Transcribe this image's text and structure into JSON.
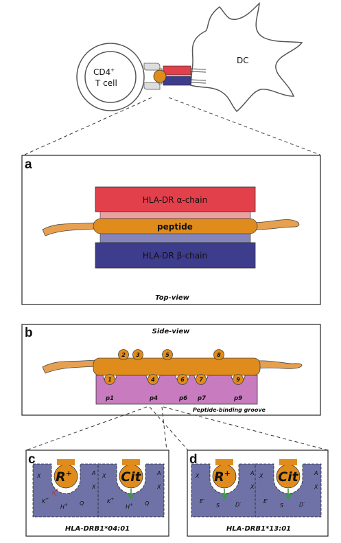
{
  "top_cells": {
    "tcell_label_line1": "CD4",
    "tcell_label_sup": "+",
    "tcell_label_line2": "T cell",
    "dc_label": "DC"
  },
  "panel_a": {
    "letter": "a",
    "alpha_chain": "HLA-DR α-chain",
    "peptide": "peptide",
    "beta_chain": "HLA-DR β-chain",
    "caption": "Top-view"
  },
  "panel_b": {
    "letter": "b",
    "caption": "Side-view",
    "up_residues": [
      "2",
      "3",
      "5",
      "8"
    ],
    "down_residues": [
      "1",
      "4",
      "6",
      "7",
      "9"
    ],
    "pockets": [
      "p1",
      "p4",
      "p6",
      "p7",
      "p9"
    ],
    "groove_label": "Peptide-binding groove"
  },
  "panel_c": {
    "letter": "c",
    "left_sidechain": "R",
    "left_charge": "+",
    "right_sidechain": "Cit",
    "left_residues": {
      "a": "A",
      "x": "X",
      "q": "Q",
      "x2": "X",
      "k": "K",
      "k_charge": "+",
      "h": "H",
      "h_charge": "+"
    },
    "right_residues": {
      "a": "A",
      "x": "X",
      "q": "Q",
      "x2": "X",
      "k": "K",
      "k_charge": "+",
      "h": "H",
      "h_charge": "+"
    },
    "caption": "HLA-DRB1*04:01"
  },
  "panel_d": {
    "letter": "d",
    "left_sidechain": "R",
    "left_charge": "+",
    "right_sidechain": "Cit",
    "left_residues": {
      "a": "A",
      "x": "X",
      "x2": "X",
      "e": "E",
      "e_charge": "-",
      "s": "S",
      "d": "D",
      "d_charge": "-"
    },
    "right_residues": {
      "a": "A",
      "x": "X",
      "x2": "X",
      "e": "E",
      "e_charge": "-",
      "s": "S",
      "d": "D",
      "d_charge": "-"
    },
    "caption": "HLA-DRB1*13:01"
  },
  "colors": {
    "alpha": "#e2404b",
    "alpha_light": "#eda0a0",
    "peptide": "#e08c1c",
    "peptide_tail": "#e6a050",
    "beta": "#3e3c8c",
    "beta_light": "#8585bb",
    "groove": "#c97bbf",
    "pocket": "#6e72a6",
    "interaction": "#d42f2f",
    "arrow": "#3a9a3a"
  }
}
